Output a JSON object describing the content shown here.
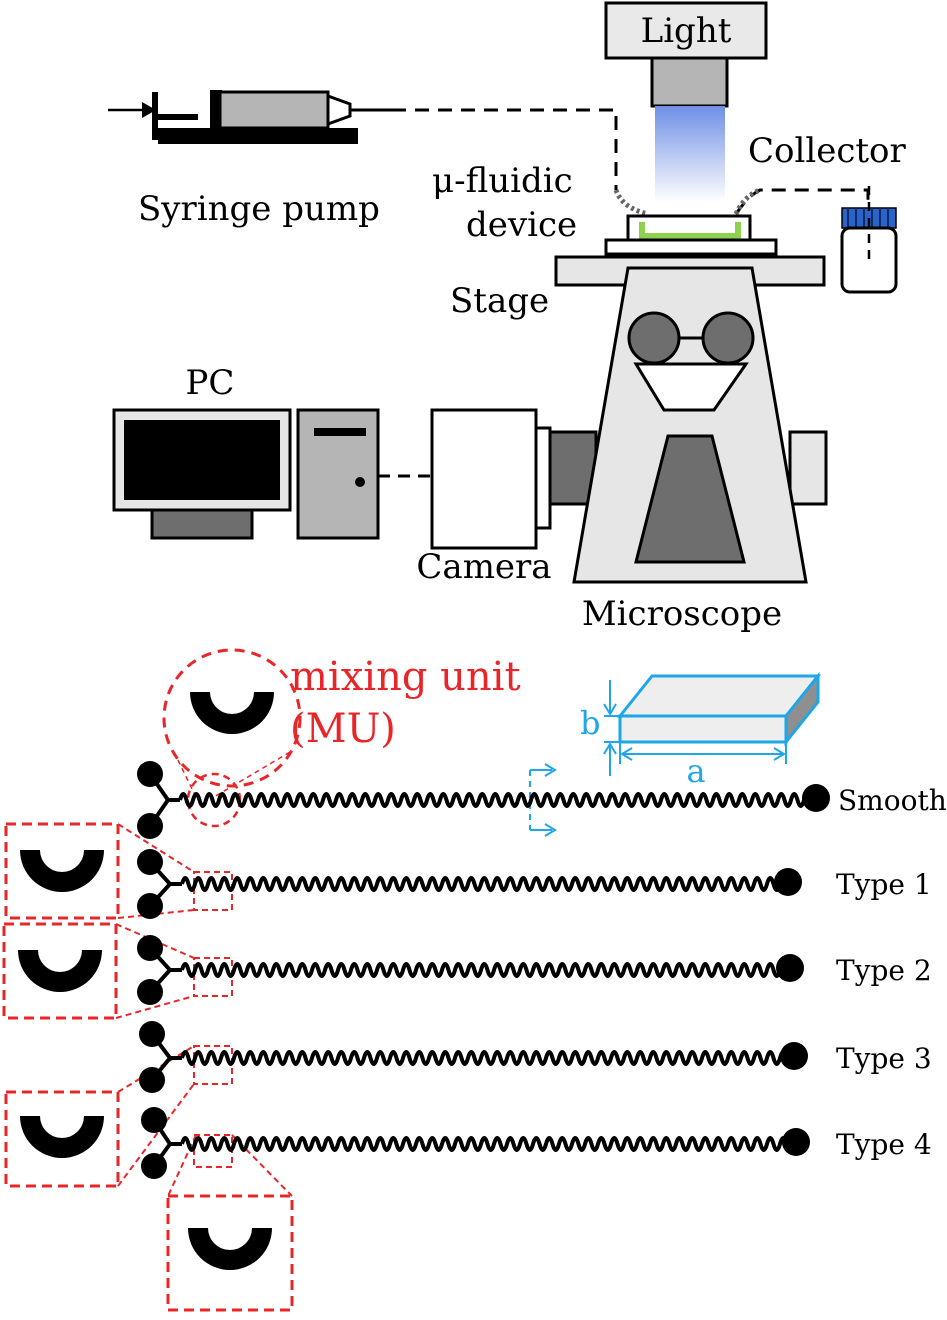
{
  "labels": {
    "light": "Light",
    "collector": "Collector",
    "syringe_pump": "Syringe pump",
    "microfluidic_line1": "μ-fluidic",
    "microfluidic_line2": "device",
    "stage": "Stage",
    "pc": "PC",
    "camera": "Camera",
    "microscope": "Microscope",
    "mixing_unit_line1": "mixing unit",
    "mixing_unit_line2": "(MU)",
    "dim_b": "b",
    "dim_a": "a"
  },
  "channels": [
    {
      "label": "Smooth"
    },
    {
      "label": "Type 1"
    },
    {
      "label": "Type 2"
    },
    {
      "label": "Type 3"
    },
    {
      "label": "Type 4"
    }
  ],
  "colors": {
    "highlight_red": "#e8262a",
    "dimension_cyan": "#1ea7e8",
    "device_green": "#8fd14f",
    "light_blue": "#6f8fe6",
    "panel_gray": "#e6e6e6",
    "dark_gray": "#6e6e6e"
  }
}
